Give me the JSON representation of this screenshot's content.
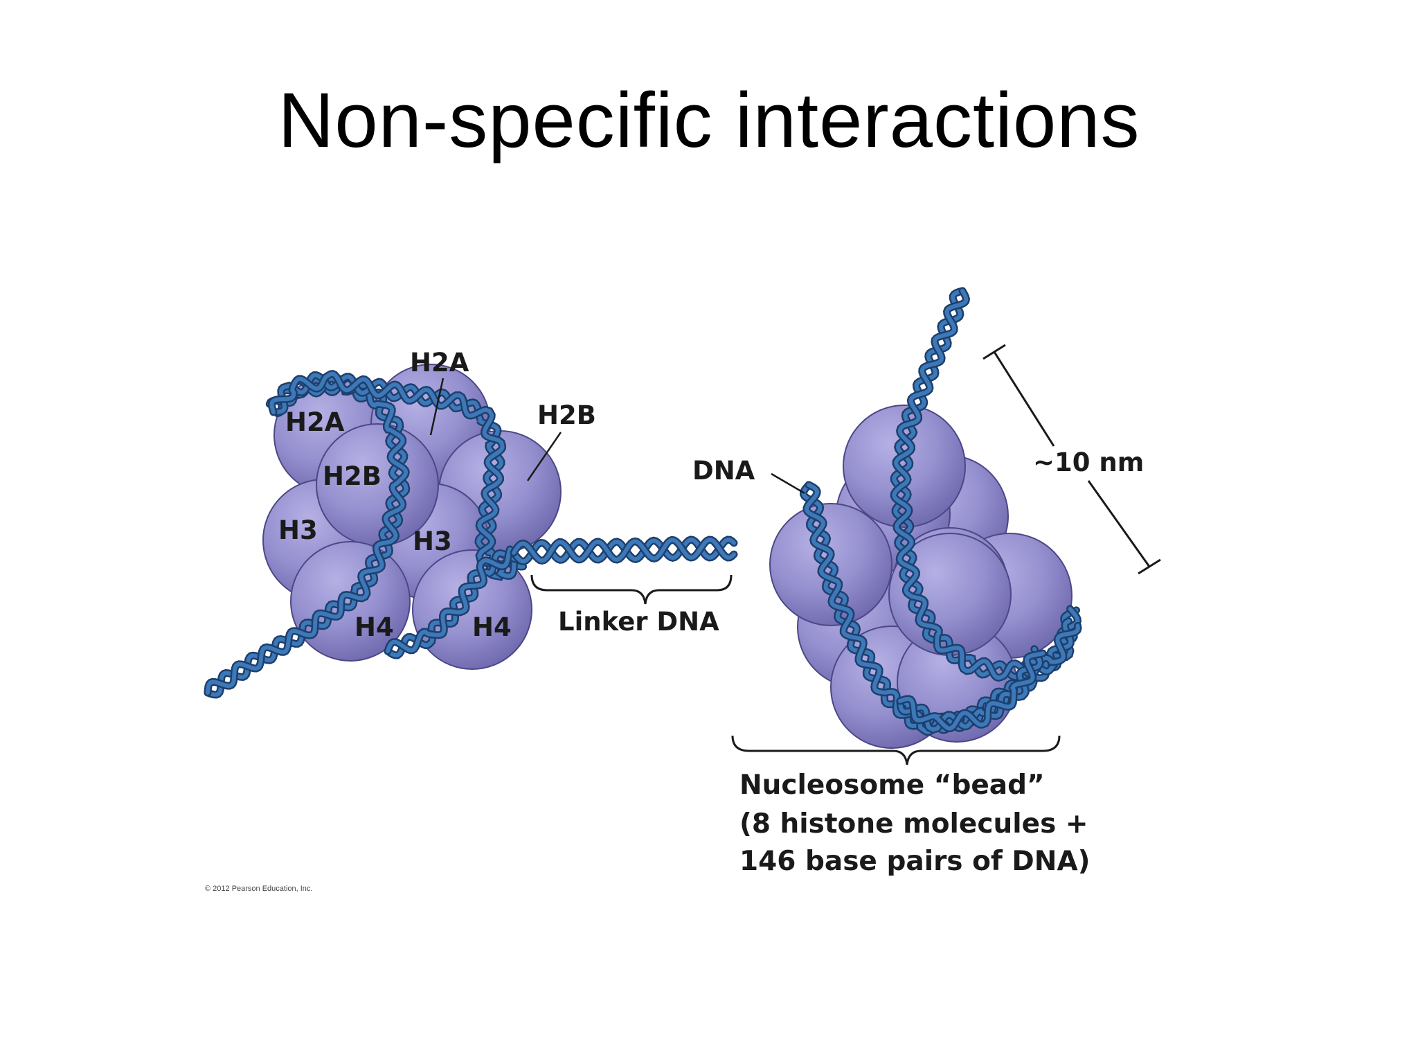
{
  "slide": {
    "title": "Non-specific interactions"
  },
  "figure": {
    "left_nucleosome_labels": {
      "h2a_top": "H2A",
      "h2a_left": "H2A",
      "h2b_right": "H2B",
      "h2b_center": "H2B",
      "h3_left": "H3",
      "h3_center": "H3",
      "h4_left": "H4",
      "h4_right": "H4"
    },
    "linker_dna_label": "Linker DNA",
    "dna_label": "DNA",
    "scale_label": "~10 nm",
    "nucleosome_caption": {
      "line1": "Nucleosome “bead”",
      "line2": "(8 histone molecules +",
      "line3": "146 base pairs of DNA)"
    },
    "copyright": "© 2012 Pearson Education, Inc."
  },
  "colors": {
    "histone": "#9590cf",
    "histone_dark": "#6f69ae",
    "dna_strand": "#3d78b8",
    "dna_outline": "#1d3f6c"
  }
}
